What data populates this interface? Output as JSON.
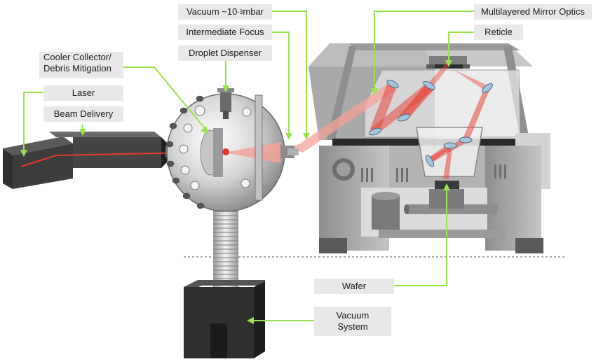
{
  "labels": {
    "vacuum_pressure": {
      "prefix": "Vacuum ~10",
      "exponent": "-3",
      "suffix": " mbar"
    },
    "intermediate_focus": "Intermediate Focus",
    "droplet_dispenser": "Droplet Dispenser",
    "cooler_collector": {
      "line1": "Cooler Collector/",
      "line2": "Debris Mitigation"
    },
    "laser": "Laser",
    "beam_delivery": "Beam Delivery",
    "multilayered_mirror_optics": "Multilayered Mirror Optics",
    "reticle": "Reticle",
    "wafer": "Wafer",
    "vacuum_system": {
      "line1": "Vacuum",
      "line2": "System"
    }
  },
  "colors": {
    "leader_line": "#9be34a",
    "label_bg": "#e8e8e8",
    "beam": "#e8372c",
    "beam_cone": "#f3a39a",
    "machine_dark": "#3a3a3a",
    "machine_mid": "#8c8c8c",
    "machine_light": "#c9c9c9"
  }
}
